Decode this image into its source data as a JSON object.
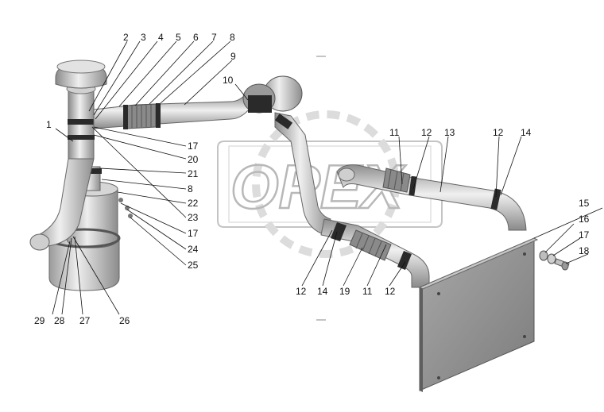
{
  "watermark": {
    "text": "OPEX"
  },
  "callouts": [
    "1",
    "2",
    "3",
    "4",
    "5",
    "6",
    "7",
    "8",
    "9",
    "10",
    "11",
    "12",
    "13",
    "14",
    "15",
    "16",
    "17",
    "18",
    "19",
    "20",
    "21",
    "22",
    "23",
    "24",
    "25",
    "26",
    "27",
    "28",
    "29"
  ],
  "labels": [
    {
      "id": "c2",
      "text": "2"
    },
    {
      "id": "c3",
      "text": "3"
    },
    {
      "id": "c4",
      "text": "4"
    },
    {
      "id": "c5",
      "text": "5"
    },
    {
      "id": "c6",
      "text": "6"
    },
    {
      "id": "c7",
      "text": "7"
    },
    {
      "id": "c8a",
      "text": "8"
    },
    {
      "id": "c9",
      "text": "9"
    },
    {
      "id": "c10",
      "text": "10"
    },
    {
      "id": "c1",
      "text": "1"
    },
    {
      "id": "c17a",
      "text": "17"
    },
    {
      "id": "c20",
      "text": "20"
    },
    {
      "id": "c21",
      "text": "21"
    },
    {
      "id": "c8b",
      "text": "8"
    },
    {
      "id": "c22",
      "text": "22"
    },
    {
      "id": "c23",
      "text": "23"
    },
    {
      "id": "c17b",
      "text": "17"
    },
    {
      "id": "c24",
      "text": "24"
    },
    {
      "id": "c25",
      "text": "25"
    },
    {
      "id": "c29",
      "text": "29"
    },
    {
      "id": "c28",
      "text": "28"
    },
    {
      "id": "c27",
      "text": "27"
    },
    {
      "id": "c26",
      "text": "26"
    },
    {
      "id": "c11a",
      "text": "11"
    },
    {
      "id": "c12a",
      "text": "12"
    },
    {
      "id": "c13",
      "text": "13"
    },
    {
      "id": "c12b",
      "text": "12"
    },
    {
      "id": "c14a",
      "text": "14"
    },
    {
      "id": "c15",
      "text": "15"
    },
    {
      "id": "c16",
      "text": "16"
    },
    {
      "id": "c17c",
      "text": "17"
    },
    {
      "id": "c18",
      "text": "18"
    },
    {
      "id": "c12c",
      "text": "12"
    },
    {
      "id": "c14b",
      "text": "14"
    },
    {
      "id": "c19",
      "text": "19"
    },
    {
      "id": "c11b",
      "text": "11"
    },
    {
      "id": "c12d",
      "text": "12"
    }
  ],
  "colors": {
    "metal_light": "#e4e4e4",
    "metal_mid": "#b4b4b4",
    "metal_dark": "#6e6e6e",
    "hose": "#8a8a8a",
    "clamp": "#2a2a2a",
    "radiator": "#9a9a9a",
    "radiator_dark": "#707070"
  }
}
